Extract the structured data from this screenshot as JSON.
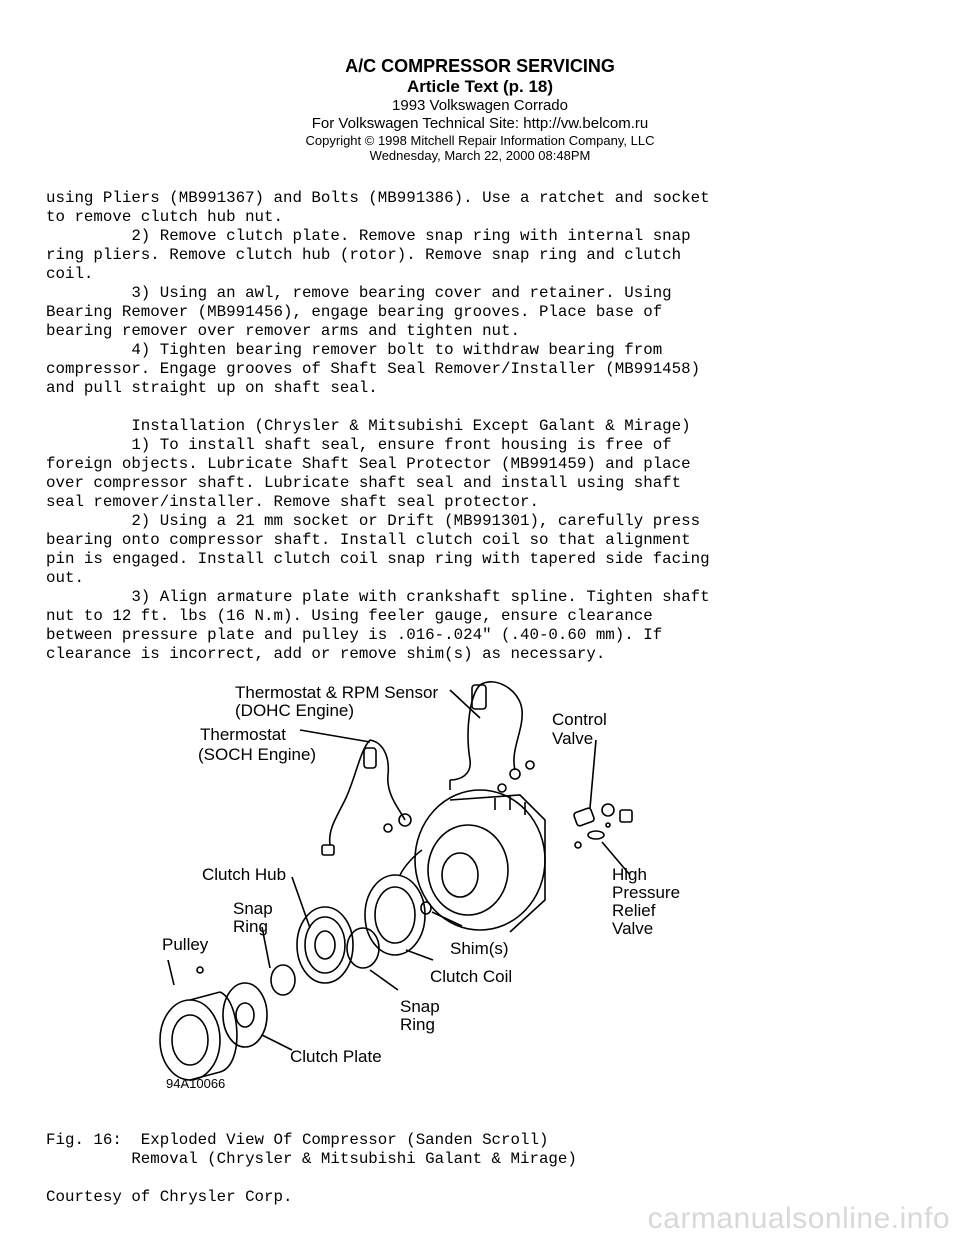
{
  "header": {
    "title": "A/C COMPRESSOR SERVICING",
    "article": "Article Text (p. 18)",
    "vehicle": "1993 Volkswagen Corrado",
    "site": "For Volkswagen Technical Site:  http://vw.belcom.ru",
    "copyright": "Copyright © 1998 Mitchell Repair Information Company, LLC",
    "date": "Wednesday, March 22, 2000  08:48PM"
  },
  "body_text": "using Pliers (MB991367) and Bolts (MB991386). Use a ratchet and socket\nto remove clutch hub nut.\n         2) Remove clutch plate. Remove snap ring with internal snap\nring pliers. Remove clutch hub (rotor). Remove snap ring and clutch\ncoil.\n         3) Using an awl, remove bearing cover and retainer. Using\nBearing Remover (MB991456), engage bearing grooves. Place base of\nbearing remover over remover arms and tighten nut.\n         4) Tighten bearing remover bolt to withdraw bearing from\ncompressor. Engage grooves of Shaft Seal Remover/Installer (MB991458)\nand pull straight up on shaft seal.\n\n         Installation (Chrysler & Mitsubishi Except Galant & Mirage)\n         1) To install shaft seal, ensure front housing is free of\nforeign objects. Lubricate Shaft Seal Protector (MB991459) and place\nover compressor shaft. Lubricate shaft seal and install using shaft\nseal remover/installer. Remove shaft seal protector.\n         2) Using a 21 mm socket or Drift (MB991301), carefully press\nbearing onto compressor shaft. Install clutch coil so that alignment\npin is engaged. Install clutch coil snap ring with tapered side facing\nout.\n         3) Align armature plate with crankshaft spline. Tighten shaft\nnut to 12 ft. lbs (16 N.m). Using feeler gauge, ensure clearance\nbetween pressure plate and pulley is .016-.024\" (.40-0.60 mm). If\nclearance is incorrect, add or remove shim(s) as necessary.",
  "figure": {
    "callouts": {
      "thermostat_rpm_1": "Thermostat & RPM Sensor",
      "thermostat_rpm_2": "(DOHC Engine)",
      "thermostat_1": "Thermostat",
      "thermostat_2": "(SOCH Engine)",
      "control_1": "Control",
      "control_2": "Valve",
      "clutch_hub": "Clutch Hub",
      "snap_ring_top_1": "Snap",
      "snap_ring_top_2": "Ring",
      "pulley": "Pulley",
      "high_1": "High",
      "high_2": "Pressure",
      "high_3": "Relief",
      "high_4": "Valve",
      "shims": "Shim(s)",
      "clutch_coil": "Clutch Coil",
      "snap_ring_bottom_1": "Snap",
      "snap_ring_bottom_2": "Ring",
      "clutch_plate": "Clutch Plate"
    },
    "figure_id": "94A10066"
  },
  "caption": {
    "line1": "Fig. 16:  Exploded View Of Compressor (Sanden Scroll)",
    "line2": "Courtesy of Chrysler Corp."
  },
  "section2_heading": "         Removal (Chrysler & Mitsubishi Galant & Mirage)",
  "watermark": "carmanualsonline.info"
}
